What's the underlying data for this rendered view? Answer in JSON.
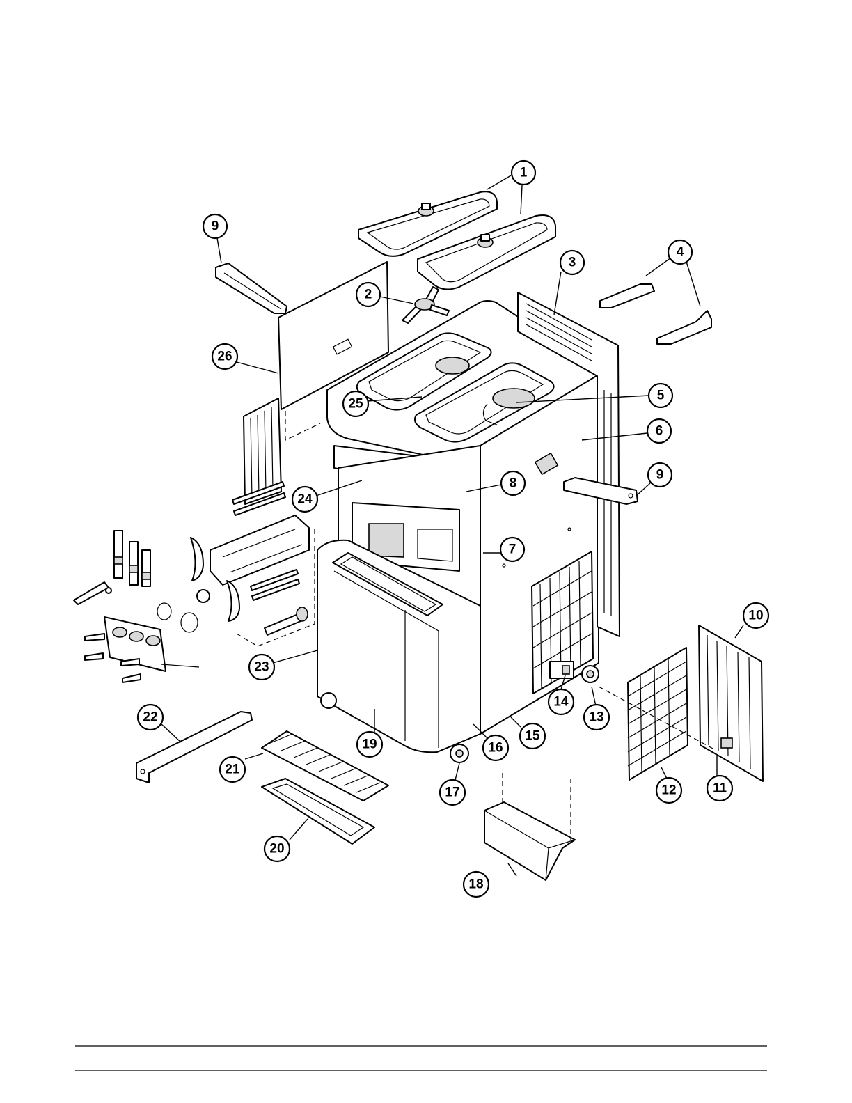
{
  "diagram": {
    "callouts": [
      {
        "id": "1",
        "label": "1"
      },
      {
        "id": "2",
        "label": "2"
      },
      {
        "id": "3",
        "label": "3"
      },
      {
        "id": "4",
        "label": "4"
      },
      {
        "id": "5",
        "label": "5"
      },
      {
        "id": "6",
        "label": "6"
      },
      {
        "id": "7",
        "label": "7"
      },
      {
        "id": "8",
        "label": "8"
      },
      {
        "id": "9a",
        "label": "9"
      },
      {
        "id": "9b",
        "label": "9"
      },
      {
        "id": "10",
        "label": "10"
      },
      {
        "id": "11",
        "label": "11"
      },
      {
        "id": "12",
        "label": "12"
      },
      {
        "id": "13",
        "label": "13"
      },
      {
        "id": "14",
        "label": "14"
      },
      {
        "id": "15",
        "label": "15"
      },
      {
        "id": "16",
        "label": "16"
      },
      {
        "id": "17",
        "label": "17"
      },
      {
        "id": "18",
        "label": "18"
      },
      {
        "id": "19",
        "label": "19"
      },
      {
        "id": "20",
        "label": "20"
      },
      {
        "id": "21",
        "label": "21"
      },
      {
        "id": "22",
        "label": "22"
      },
      {
        "id": "23",
        "label": "23"
      },
      {
        "id": "24",
        "label": "24"
      },
      {
        "id": "25",
        "label": "25"
      },
      {
        "id": "26",
        "label": "26"
      }
    ],
    "colors": {
      "line": "#000000",
      "fill": "#ffffff",
      "shade": "#d9d9d9"
    }
  }
}
